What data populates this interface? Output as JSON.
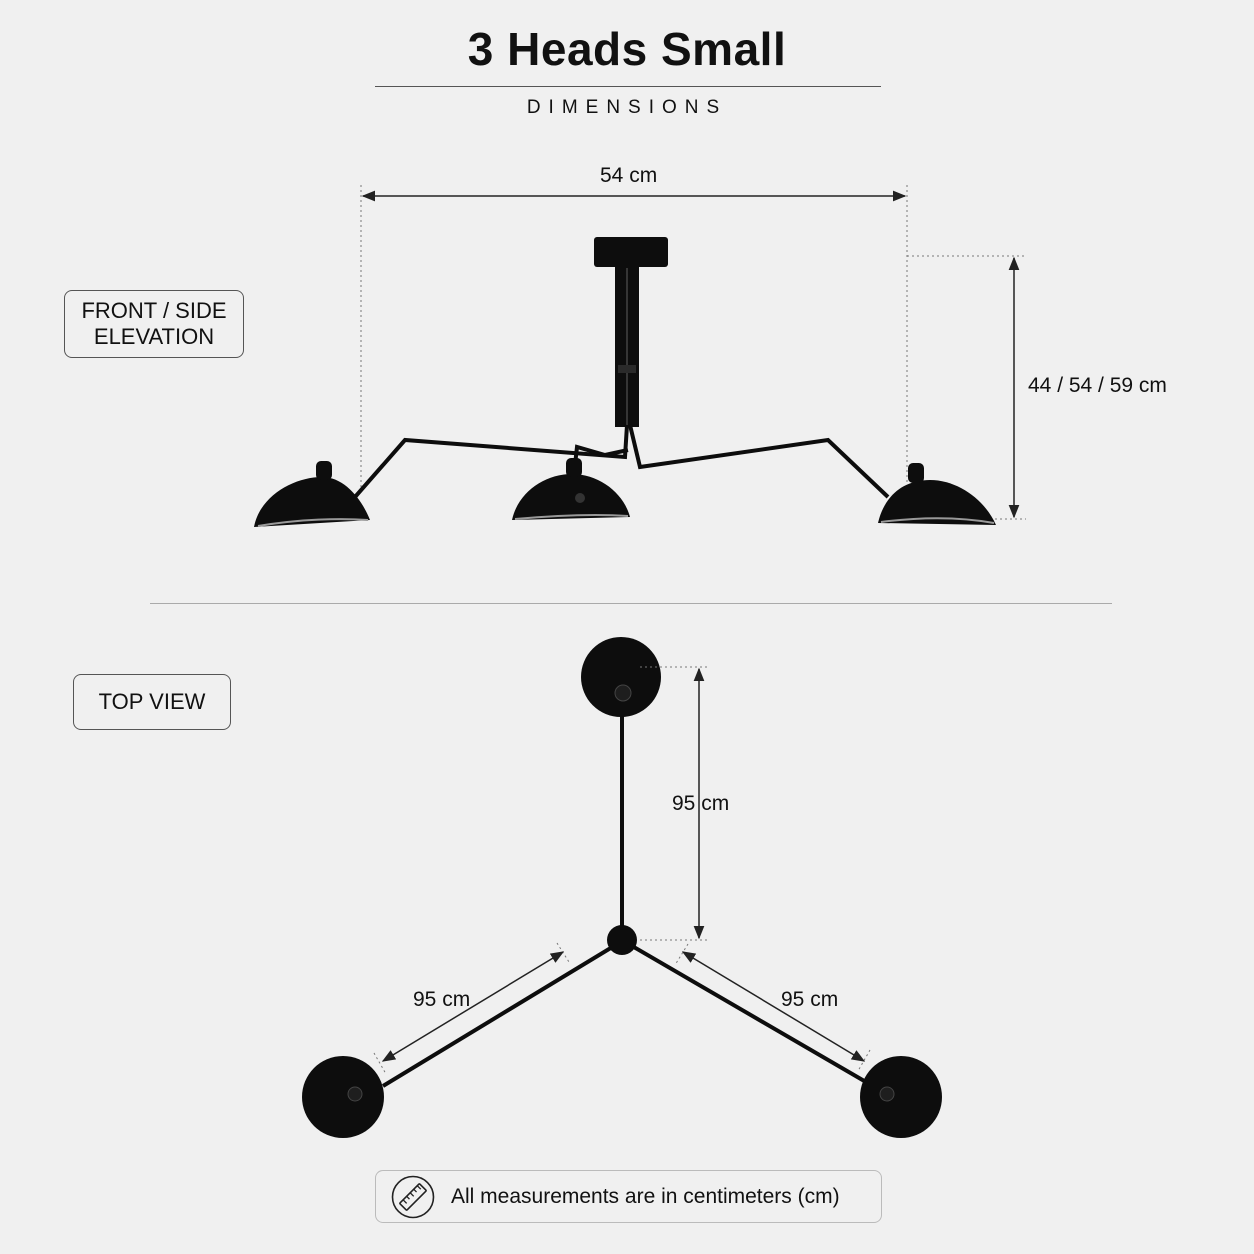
{
  "header": {
    "title": "3 Heads Small",
    "subtitle": "DIMENSIONS"
  },
  "front": {
    "label": "FRONT / SIDE\nELEVATION",
    "width_dim": "54 cm",
    "height_dim": "44 / 54 / 59 cm"
  },
  "top": {
    "label": "TOP VIEW",
    "arm_top_dim": "95 cm",
    "arm_left_dim": "95 cm",
    "arm_right_dim": "95 cm"
  },
  "note": {
    "icon": "ruler-icon",
    "text": "All measurements are in centimeters (cm)"
  },
  "colors": {
    "background": "#f0f0f0",
    "lamp": "#0d0d0d",
    "line": "#333333"
  }
}
